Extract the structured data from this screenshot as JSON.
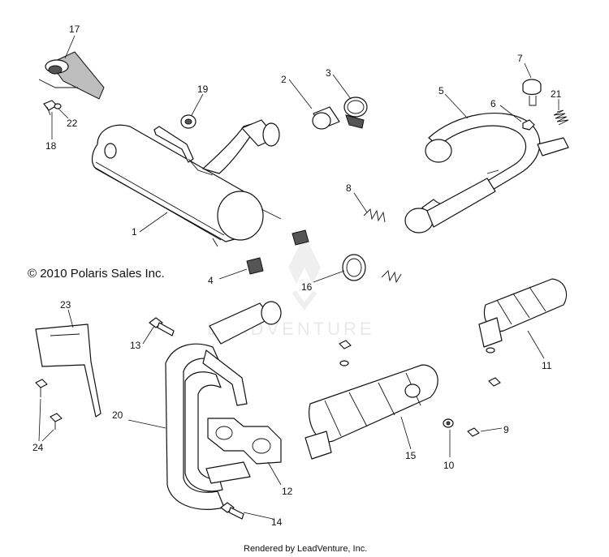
{
  "copyright": "© 2010 Polaris Sales Inc.",
  "footer": "Rendered by LeadVenture, Inc.",
  "watermark": "LEADVENTURE",
  "callouts": [
    "1",
    "2",
    "3",
    "4",
    "5",
    "6",
    "7",
    "8",
    "9",
    "10",
    "11",
    "12",
    "13",
    "14",
    "15",
    "16",
    "17",
    "18",
    "19",
    "20",
    "21",
    "22",
    "23",
    "24"
  ]
}
